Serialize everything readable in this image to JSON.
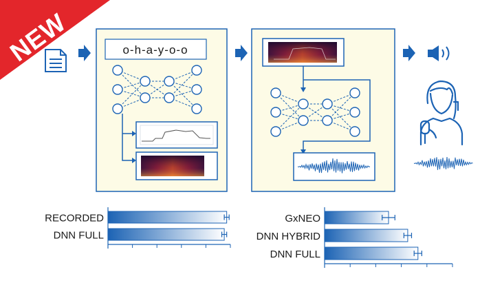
{
  "badge": {
    "label": "NEW",
    "color": "#e3262b"
  },
  "colors": {
    "accent": "#1c63b4",
    "panel_fill": "#fdfbe6",
    "panel_border": "#1c63b4",
    "node_fill": "#ffffff"
  },
  "icons": {
    "document": "document-icon",
    "speaker": "speaker-icon",
    "person": "speaking-person-icon"
  },
  "stage1": {
    "phoneme_text": "o-h-a-y-o-o"
  },
  "chart_data": [
    {
      "type": "bar",
      "orientation": "horizontal",
      "categories": [
        "RECORDED",
        "DNN FULL"
      ],
      "values": [
        0.97,
        0.95
      ],
      "error": [
        0.02,
        0.02
      ],
      "xlim": [
        0,
        1.0
      ],
      "ticks": 5,
      "gradient": [
        "#1c63b4",
        "#ffffff"
      ]
    },
    {
      "type": "bar",
      "orientation": "horizontal",
      "categories": [
        "GxNEO",
        "DNN HYBRID",
        "DNN FULL"
      ],
      "values": [
        0.5,
        0.65,
        0.73
      ],
      "error": [
        0.05,
        0.03,
        0.03
      ],
      "xlim": [
        0,
        1.0
      ],
      "ticks": 5,
      "gradient": [
        "#1c63b4",
        "#ffffff"
      ]
    }
  ]
}
